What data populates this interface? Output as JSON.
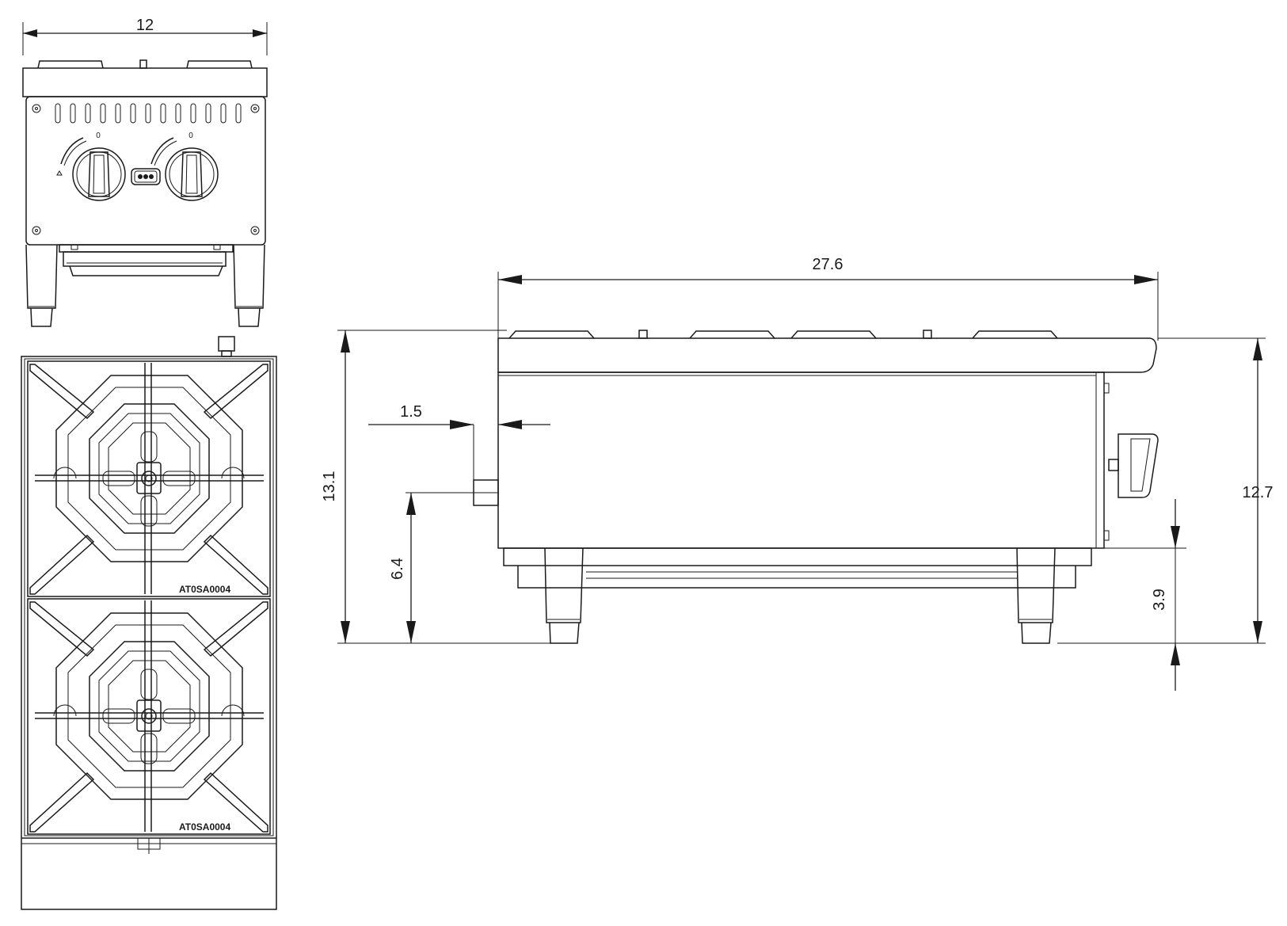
{
  "dimensions": {
    "width_front": "12",
    "length_side": "27.6",
    "height_total": "13.1",
    "height_body": "12.7",
    "gas_offset": "1.5",
    "gas_height": "6.4",
    "leg_height": "3.9"
  },
  "knob_marks": {
    "left": "0",
    "right": "0"
  },
  "burner_stamp": [
    "AT0SA0004",
    "AT0SA0004"
  ]
}
